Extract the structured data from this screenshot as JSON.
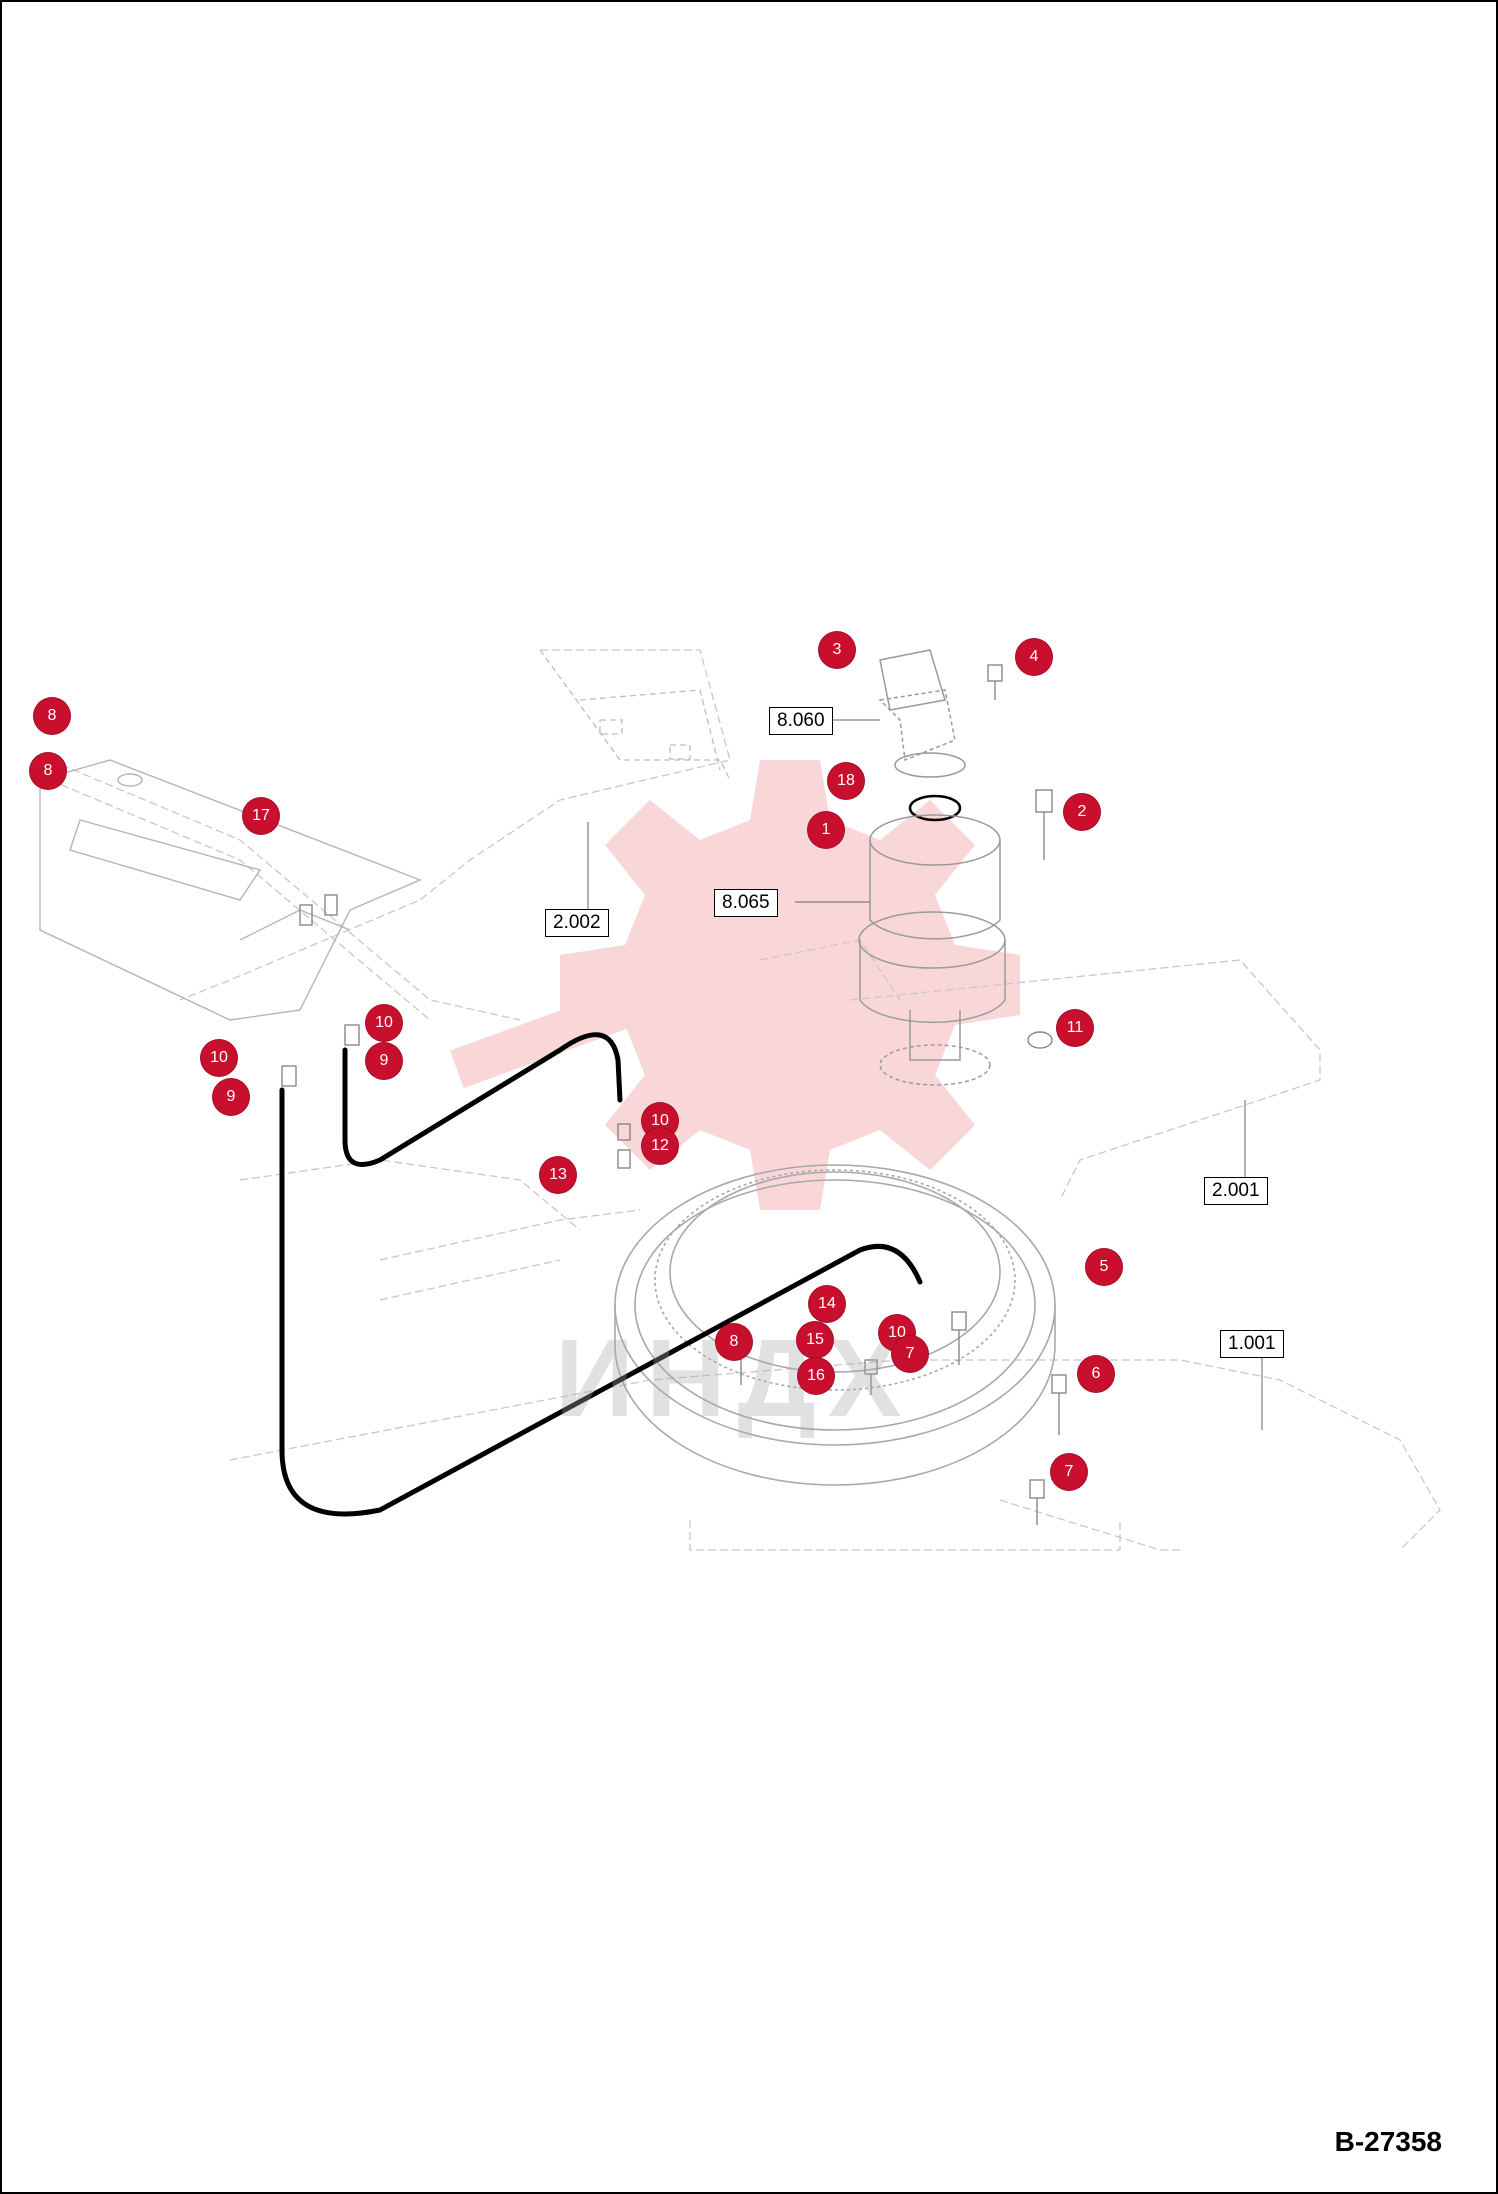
{
  "drawing_number": "B-27358",
  "reference_boxes": {
    "r8060": "8.060",
    "r8065": "8.065",
    "r2002": "2.002",
    "r2001": "2.001",
    "r1001": "1.001"
  },
  "callouts": {
    "c3": "3",
    "c4": "4",
    "c8a": "8",
    "c8b": "8",
    "c18": "18",
    "c17": "17",
    "c2": "2",
    "c1": "1",
    "c10a": "10",
    "c10b": "10",
    "c9a": "9",
    "c9b": "9",
    "c11": "11",
    "c10c": "10",
    "c12": "12",
    "c13": "13",
    "c5": "5",
    "c14": "14",
    "c10d": "10",
    "c8c": "8",
    "c15": "15",
    "c7a": "7",
    "c16": "16",
    "c6": "6",
    "c7b": "7"
  },
  "colors": {
    "marker": "#c8102e",
    "hose": "#000000",
    "faint_lines": "#c8c8c8"
  },
  "watermark_text": "ИНДХ"
}
